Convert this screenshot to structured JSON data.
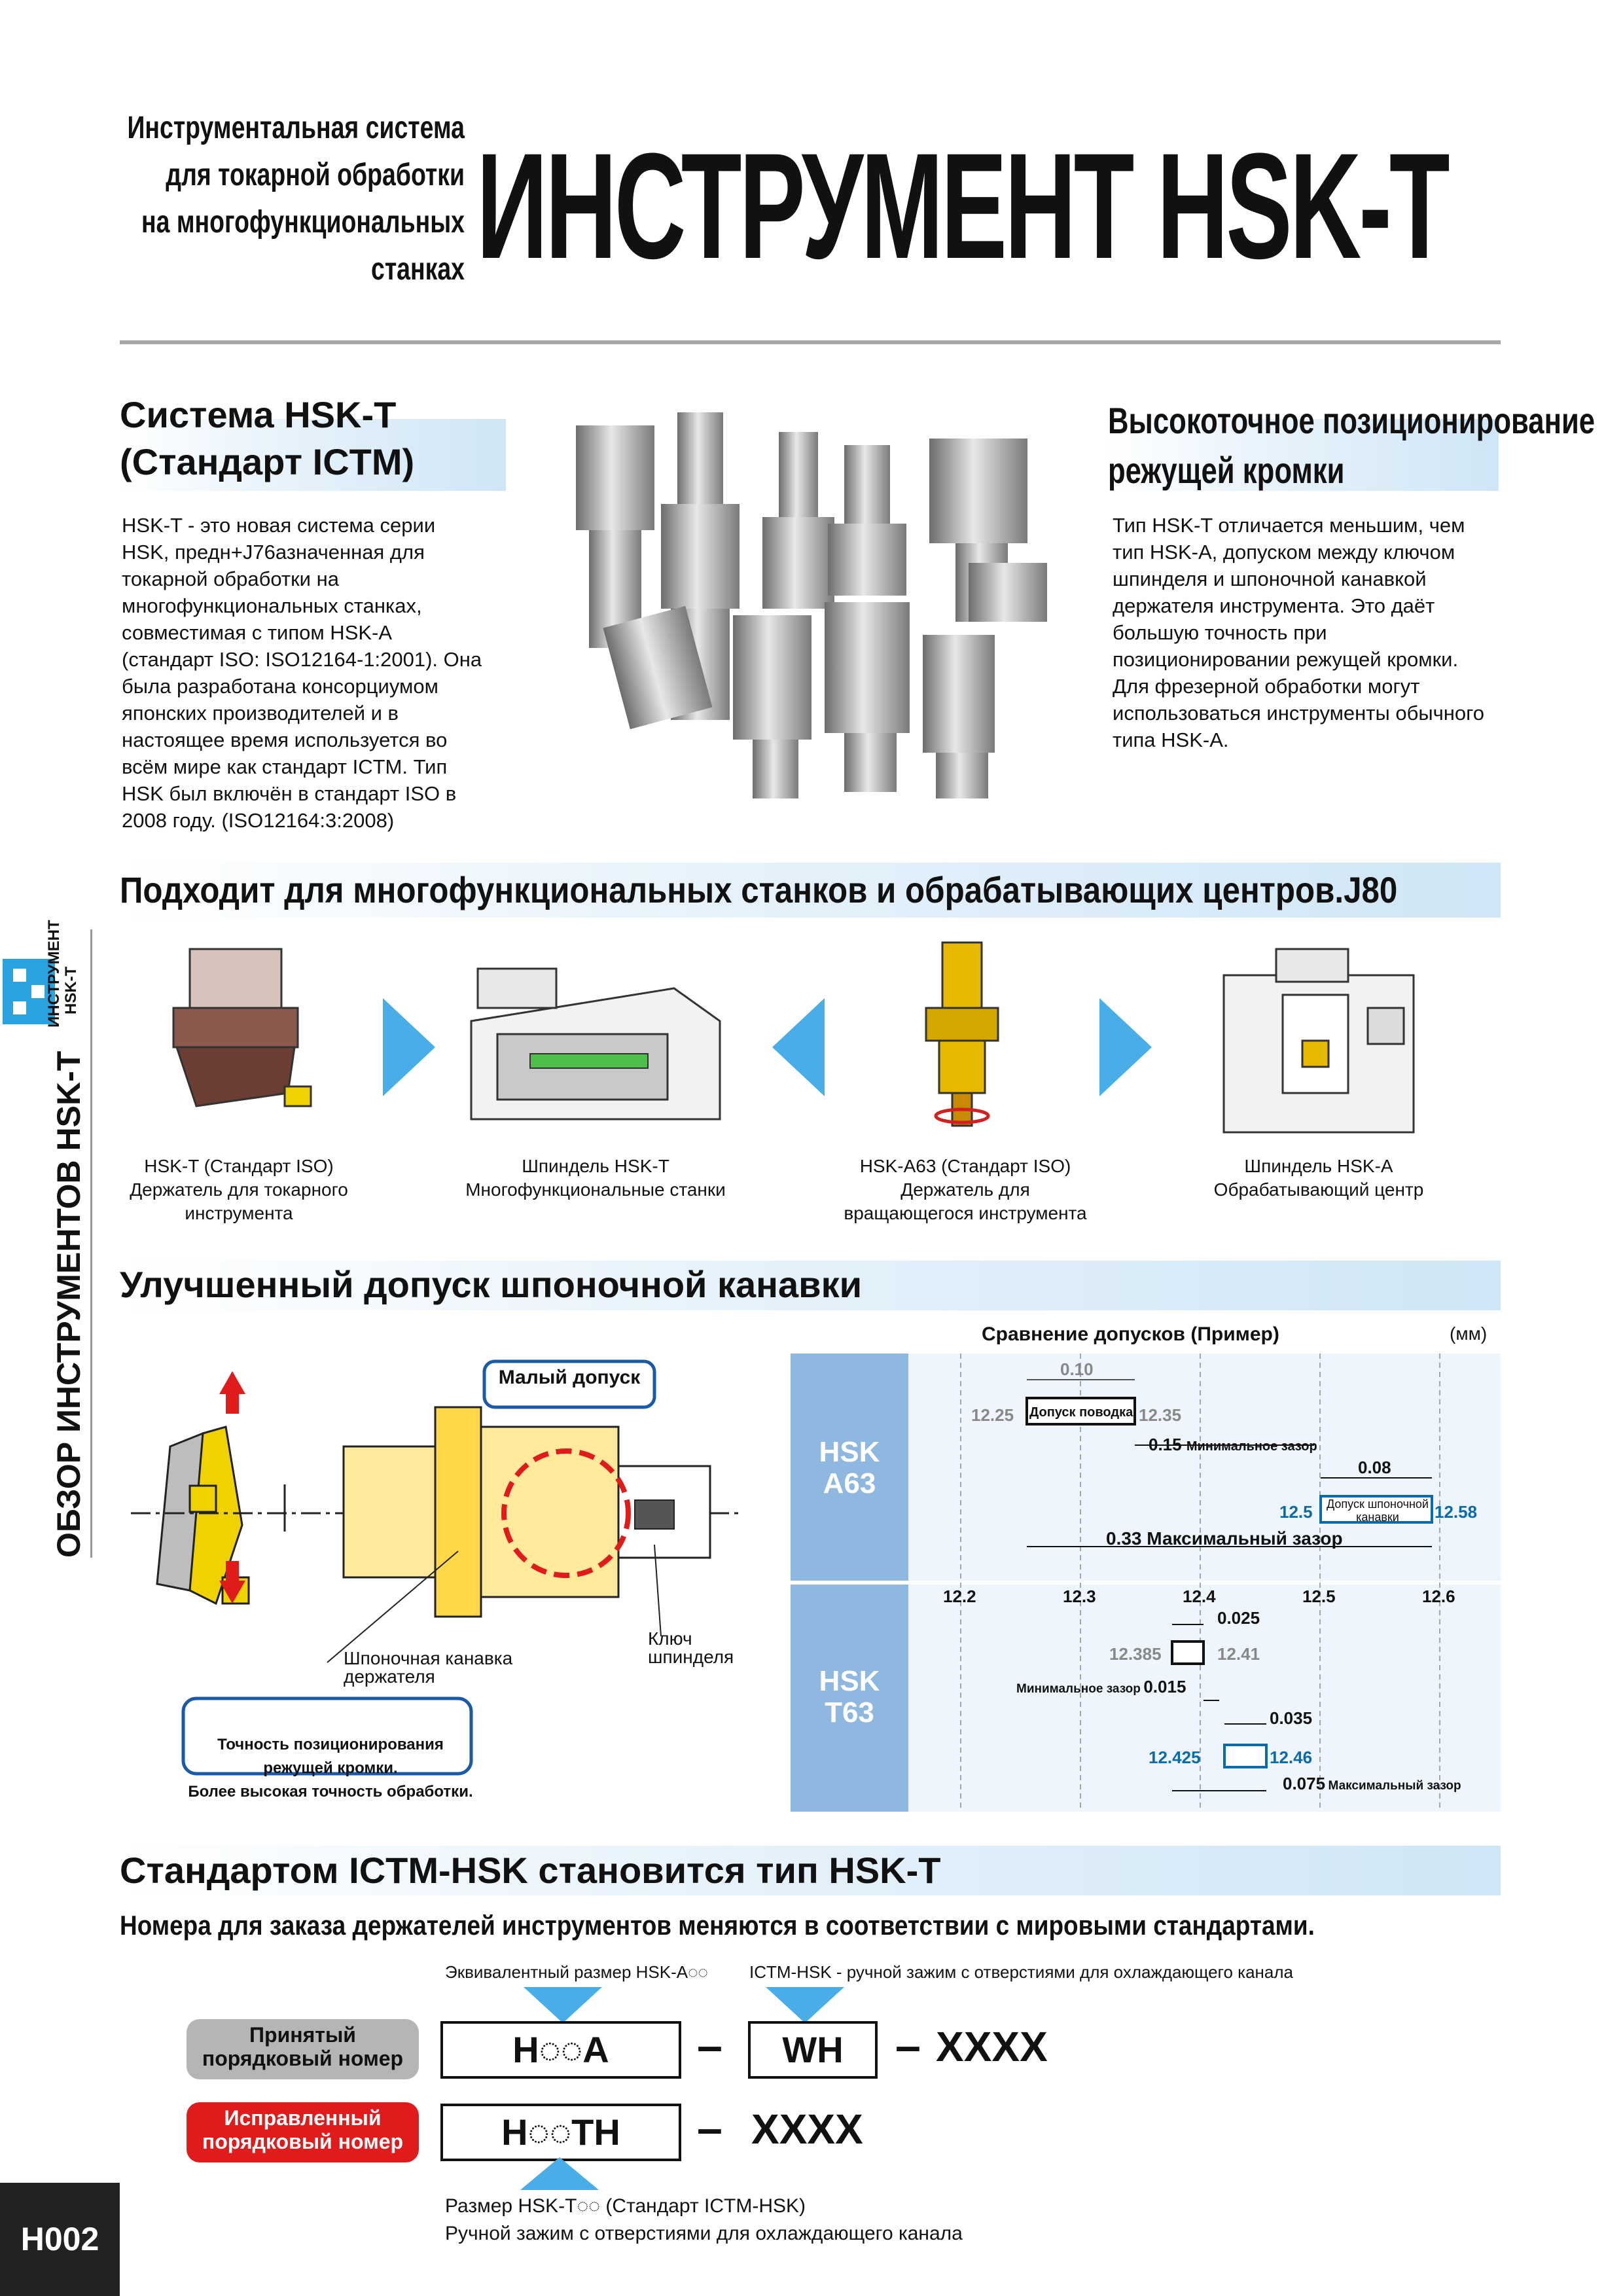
{
  "header": {
    "subtitle_lines": [
      "Инструментальная система",
      "для токарной обработки",
      "на многофункциональных",
      "станках"
    ],
    "title": "ИНСТРУМЕНТ HSK-T"
  },
  "side_tab": {
    "logo_text_1": "ИНСТРУМЕНТ",
    "logo_text_2": "HSK-T",
    "vertical": "ОБЗОР ИНСТРУМЕНТОВ HSK-T"
  },
  "section1": {
    "title_1": "Система HSK-T",
    "title_2": "(Стандарт ICTM)",
    "text": "HSK-T - это новая система серии HSK, предн+J76азначенная для токарной обработки на многофункциональных станках, совместимая с типом HSK-A (стандарт ISO: ISO12164-1:2001). Она была разработана консорциумом японских производителей и в настоящее время используется во всём мире как стандарт ICTM. Тип HSK был включён в стандарт ISO в 2008 году. (ISO12164:3:2008)"
  },
  "section2": {
    "title_1": "Высокоточное позиционирование",
    "title_2": "режущей кромки",
    "text": "Тип HSK-T отличается меньшим, чем тип HSK-A, допуском между ключом шпинделя и шпоночной канавкой держателя инструмента. Это даёт большую точность при позиционировании режущей кромки. Для фрезерной обработки могут использоваться инструменты обычного типа HSK-A."
  },
  "section3": {
    "title": "Подходит для многофункциональных станков и обрабатывающих центров.J80",
    "items": [
      {
        "l1": "HSK-T (Стандарт ISO)",
        "l2": "Держатель для токарного",
        "l3": "инструмента"
      },
      {
        "l1": "Шпиндель HSK-T",
        "l2": "Многофункциональные станки",
        "l3": ""
      },
      {
        "l1": "HSK-A63 (Стандарт ISO)",
        "l2": "Держатель для",
        "l3": "вращающегося инструмента"
      },
      {
        "l1": "Шпиндель HSK-A",
        "l2": "Обрабатывающий центр",
        "l3": ""
      }
    ]
  },
  "section4": {
    "title": "Улучшенный допуск шпоночной канавки",
    "callout_small": "Малый допуск",
    "label_groove_1": "Шпоночная канавка",
    "label_groove_2": "держателя",
    "label_key_1": "Ключ",
    "label_key_2": "шпинделя",
    "note_1": "Точность позиционирования режущей кромки.",
    "note_2": "Более высокая точность обработки.",
    "chart": {
      "title": "Сравнение допусков (Пример)",
      "unit": "(мм)",
      "row1_1": "HSK",
      "row1_2": "A63",
      "row2_1": "HSK",
      "row2_2": "T63",
      "a_width": "0.10",
      "a_low": "12.25",
      "a_label": "Допуск поводка",
      "a_high": "12.35",
      "a_min": "0.15",
      "a_min_label": "Минимальное зазор",
      "a_key_w": "0.08",
      "a_key_low": "12.5",
      "a_key_label_1": "Допуск шпоночной",
      "a_key_label_2": "канавки",
      "a_key_high": "12.58",
      "a_max": "0.33 Максимальный зазор",
      "ticks": [
        "12.2",
        "12.3",
        "12.4",
        "12.5",
        "12.6"
      ],
      "t_width": "0.025",
      "t_low": "12.385",
      "t_high": "12.41",
      "t_min_label": "Минимальное зазор",
      "t_min": "0.015",
      "t_key_w": "0.035",
      "t_key_low": "12.425",
      "t_key_high": "12.46",
      "t_max": "0.075",
      "t_max_label": "Максимальный зазор"
    }
  },
  "section5": {
    "title": "Стандартом ICTM-HSK становится тип HSK-T",
    "subtitle": "Номера для заказа держателей инструментов меняются в соответствии с мировыми стандартами.",
    "equiv_label": "Эквивалентный размер HSK-A◌◌",
    "ictm_label": "ICTM-HSK - ручной зажим с отверстиями для охлаждающего канала",
    "accepted_1": "Принятый",
    "accepted_2": "порядковый номер",
    "revised_1": "Исправленный",
    "revised_2": "порядковый номер",
    "code_old_1": "H◌◌A",
    "code_old_2": "WH",
    "code_old_3": "XXXX",
    "code_new_1": "H◌◌TH",
    "code_new_3": "XXXX",
    "dash": "–",
    "bottom_1": "Размер HSK-T◌◌ (Стандарт ICTM-HSK)",
    "bottom_2": "Ручной зажим с отверстиями для охлаждающего канала"
  },
  "footer": {
    "page": "H002"
  },
  "colors": {
    "accent_blue": "#49aee8",
    "chart_blue": "#0b6aa8",
    "chart_side": "#8fb8e0",
    "red": "#e01b1b"
  }
}
